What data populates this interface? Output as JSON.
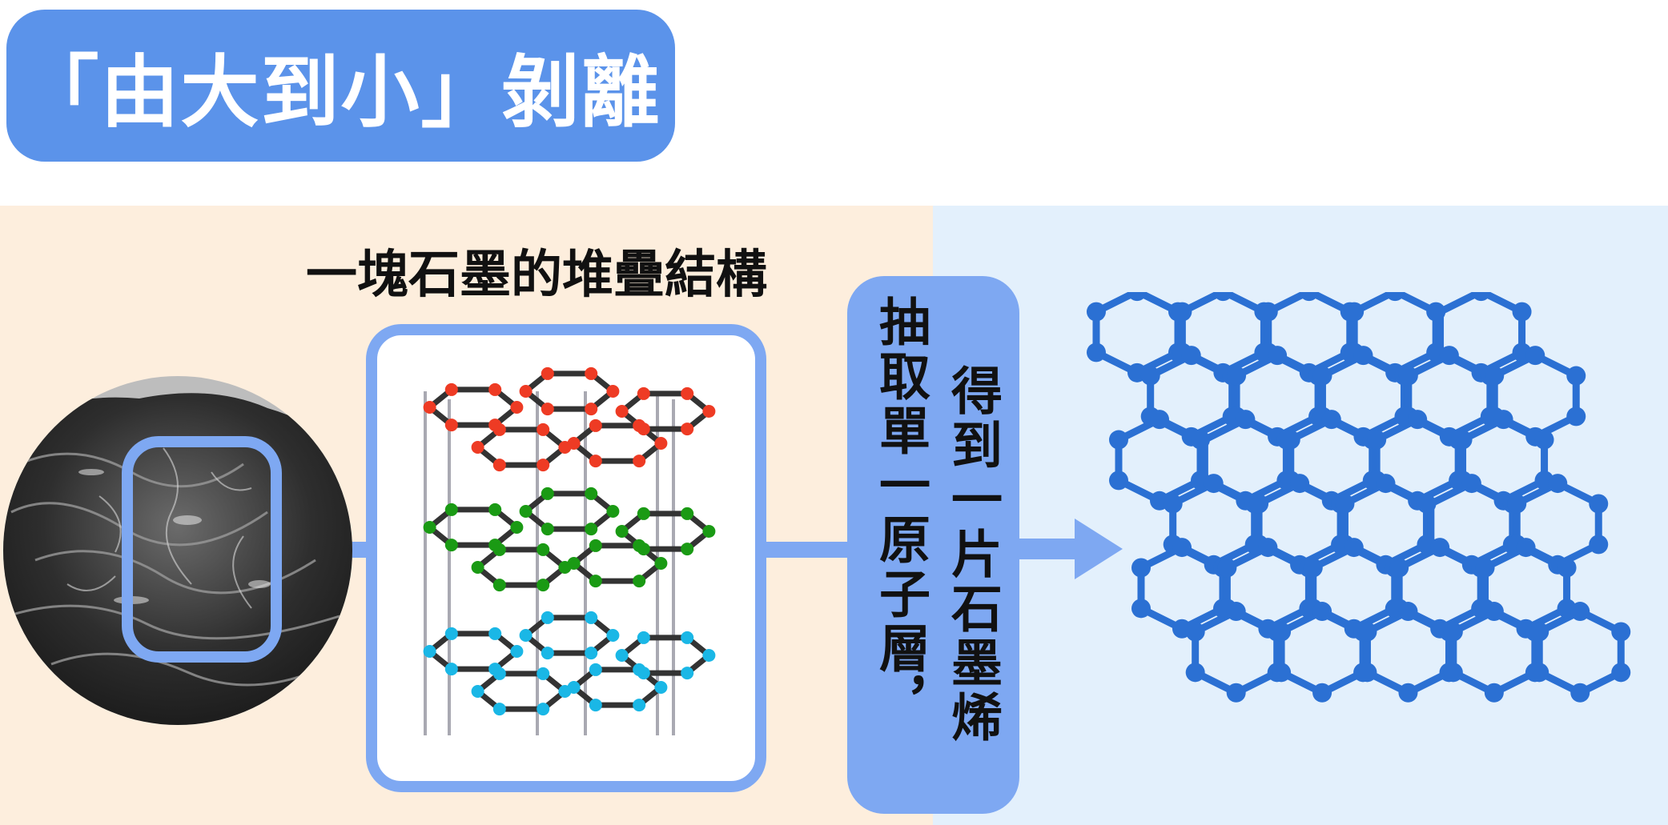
{
  "title": "「由大到小」剝離",
  "stack_heading": "一塊石墨的堆疊結構",
  "label_pill": {
    "column_1": "抽取單一原子層，",
    "column_2": "得到一片石墨烯"
  },
  "colors": {
    "title_bg": "#5b93ea",
    "accent": "#7ea8f2",
    "left_panel": "#fdeedd",
    "right_panel": "#e3f0fc",
    "layer_top": "#ee3b24",
    "layer_middle": "#1a9a14",
    "layer_bottom": "#1ab7e6",
    "graphene": "#2b70d3",
    "bond": "#333333"
  },
  "icons": [
    "graphite-photo",
    "graphite-layers-icon",
    "graphene-lattice-icon",
    "arrow-right-icon"
  ]
}
